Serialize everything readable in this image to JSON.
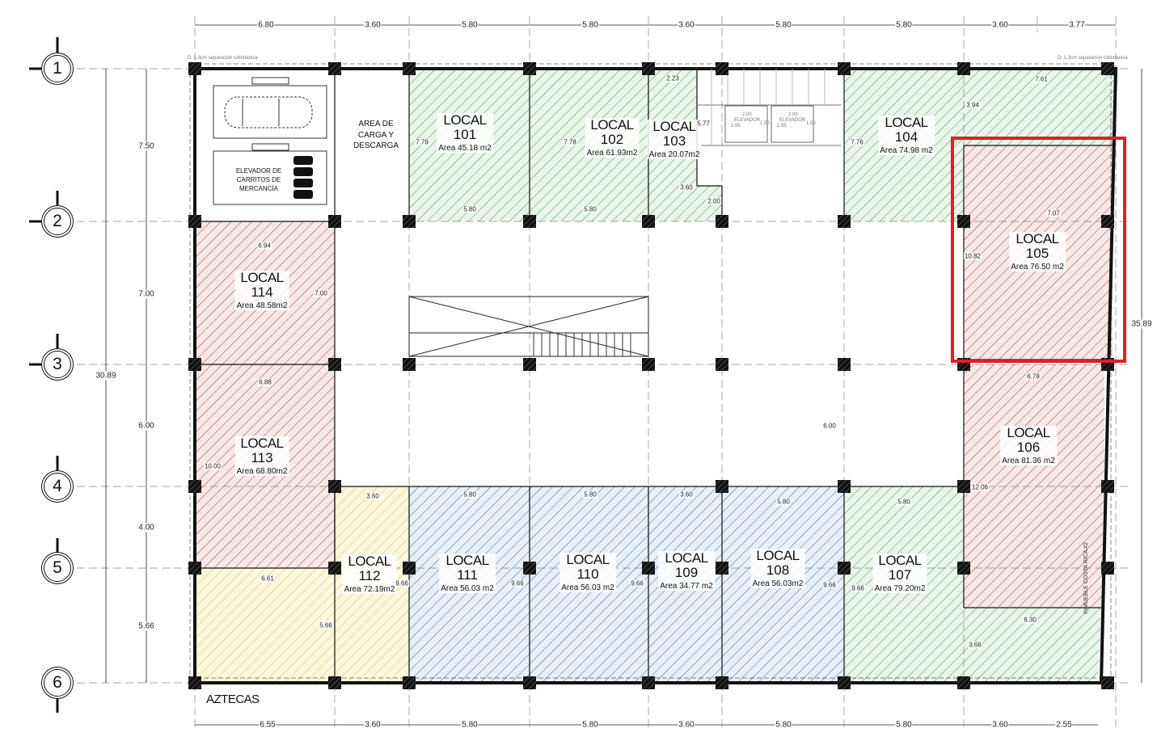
{
  "axes": [
    "1",
    "2",
    "3",
    "4",
    "5",
    "6"
  ],
  "top_dims": [
    "6.80",
    "3.60",
    "5.80",
    "5.80",
    "3.60",
    "5.80",
    "5.80",
    "3.60",
    "3.77"
  ],
  "bottom_dims": [
    "6.55",
    "3.60",
    "5.80",
    "5.80",
    "3.60",
    "5.80",
    "5.80",
    "3.60",
    "2.55"
  ],
  "left_dims": [
    "7.50",
    "7.00",
    "6.00",
    "4.00",
    "5.66"
  ],
  "left_total": "30.89",
  "right_total": "35.89",
  "street": "AZTECAS",
  "service_areas": {
    "loading": "AREA DE CARGA Y DESCARGA",
    "cart_lift": "ELEVADOR DE CARRITOS DE MERCANCÍA",
    "elevator_label": "ELEVADOR",
    "elevator_dims": [
      "2.00",
      "1.95",
      "1.50"
    ]
  },
  "boundary_note": "D. 1.3cm separación colindancia",
  "neighbor_note": "INMUEBLE COSTA RICA #2",
  "rooms": [
    {
      "title": "LOCAL",
      "number": "101",
      "area": "Area 45.18 m2",
      "zone": "green"
    },
    {
      "title": "LOCAL",
      "number": "102",
      "area": "Area 61.93m2",
      "zone": "green"
    },
    {
      "title": "LOCAL",
      "number": "103",
      "area": "Area 20.07m2",
      "zone": "green"
    },
    {
      "title": "LOCAL",
      "number": "104",
      "area": "Area 74.98 m2",
      "zone": "green"
    },
    {
      "title": "LOCAL",
      "number": "105",
      "area": "Area 76.50 m2",
      "zone": "red",
      "highlighted": true
    },
    {
      "title": "LOCAL",
      "number": "106",
      "area": "Area 81.36 m2",
      "zone": "red"
    },
    {
      "title": "LOCAL",
      "number": "107",
      "area": "Area 79.20m2",
      "zone": "green"
    },
    {
      "title": "LOCAL",
      "number": "108",
      "area": "Area 56.03m2",
      "zone": "blue"
    },
    {
      "title": "LOCAL",
      "number": "109",
      "area": "Area 34.77 m2",
      "zone": "blue"
    },
    {
      "title": "LOCAL",
      "number": "110",
      "area": "Area 56.03 m2",
      "zone": "blue"
    },
    {
      "title": "LOCAL",
      "number": "111",
      "area": "Area 56.03 m2",
      "zone": "blue"
    },
    {
      "title": "LOCAL",
      "number": "112",
      "area": "Area  72.19m2",
      "zone": "yellow"
    },
    {
      "title": "LOCAL",
      "number": "113",
      "area": "Area  68.80m2",
      "zone": "red"
    },
    {
      "title": "LOCAL",
      "number": "114",
      "area": "Area  48.58m2",
      "zone": "red"
    }
  ],
  "inner_dims": [
    "7.79",
    "7.78",
    "2.23",
    "5.77",
    "3.60",
    "2.00",
    "7.76",
    "7.61",
    "3.94",
    "7.07",
    "10.82",
    "5.80",
    "5.80",
    "6.94",
    "7.00",
    "6.88",
    "10.00",
    "3.60",
    "5.80",
    "5.80",
    "3.60",
    "5.80",
    "5.80",
    "6.78",
    "12.06",
    "6.00",
    "9.66",
    "9.66",
    "9.66",
    "9.66",
    "9.66",
    "6.61",
    "5.66",
    "6.30",
    "3.66"
  ],
  "colors": {
    "green": "#3d9a4e",
    "red": "#b23a3a",
    "blue": "#3a6a99",
    "yellow": "#d8c347",
    "highlight": "#e01f26"
  }
}
